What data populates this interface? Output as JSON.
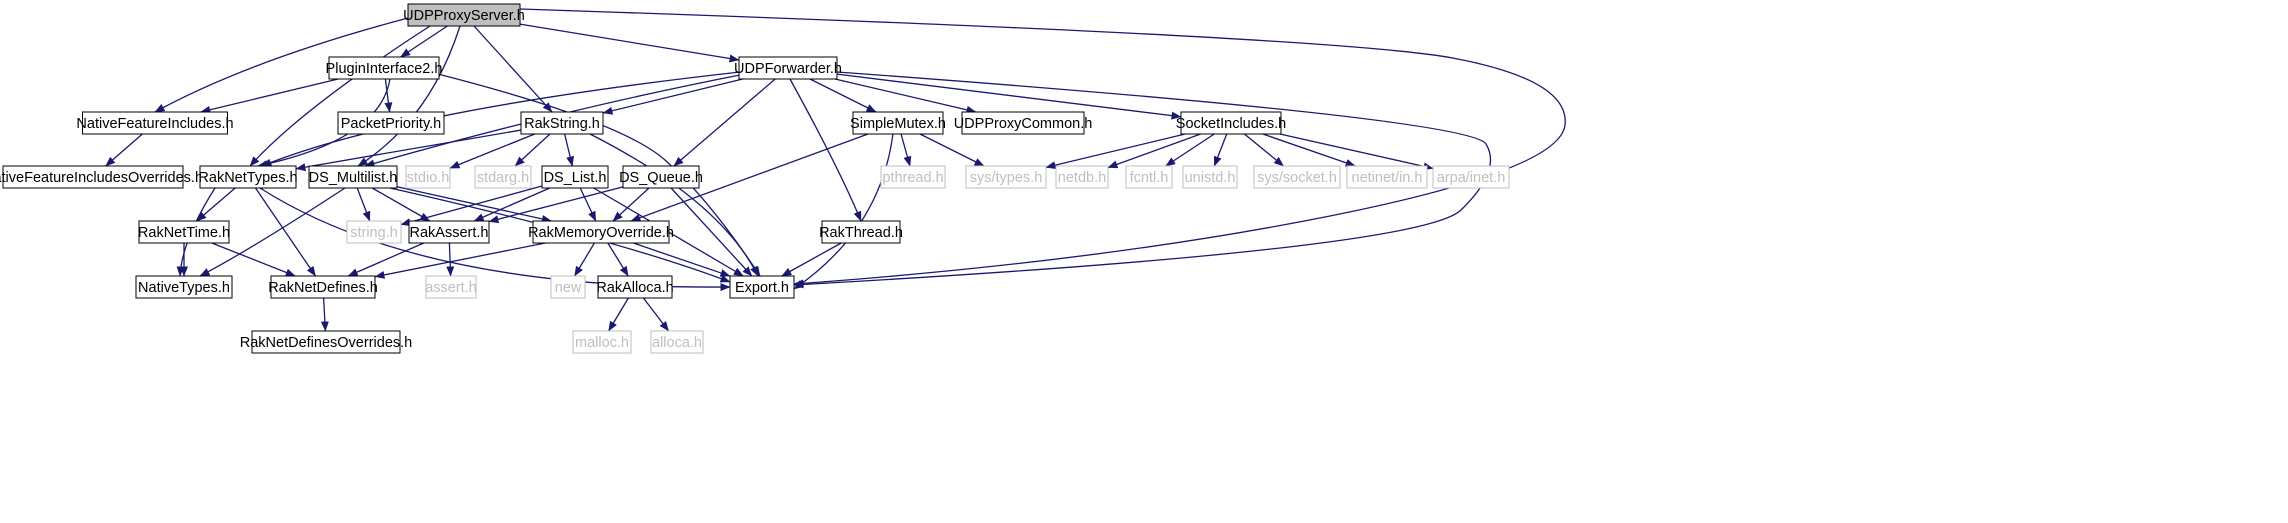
{
  "graph": {
    "colors": {
      "edge": "#191970",
      "root_fill": "#bfbfbf",
      "node_border": "#000000",
      "external_border": "#bfbfbf",
      "text": "#000000",
      "external_text": "#bfbfbf"
    },
    "nodes": [
      {
        "id": "UDPProxyServer",
        "label": "UDPProxyServer.h",
        "kind": "root"
      },
      {
        "id": "PluginInterface2",
        "label": "PluginInterface2.h",
        "kind": "doc"
      },
      {
        "id": "UDPForwarder",
        "label": "UDPForwarder.h",
        "kind": "doc"
      },
      {
        "id": "NativeFeatureIncludes",
        "label": "NativeFeatureIncludes.h",
        "kind": "doc"
      },
      {
        "id": "PacketPriority",
        "label": "PacketPriority.h",
        "kind": "doc"
      },
      {
        "id": "RakString",
        "label": "RakString.h",
        "kind": "doc"
      },
      {
        "id": "SimpleMutex",
        "label": "SimpleMutex.h",
        "kind": "doc"
      },
      {
        "id": "UDPProxyCommon",
        "label": "UDPProxyCommon.h",
        "kind": "doc"
      },
      {
        "id": "SocketIncludes",
        "label": "SocketIncludes.h",
        "kind": "doc"
      },
      {
        "id": "NativeFeatureIncludesOverrides",
        "label": "NativeFeatureIncludesOverrides.h",
        "kind": "doc"
      },
      {
        "id": "RakNetTypes",
        "label": "RakNetTypes.h",
        "kind": "doc"
      },
      {
        "id": "DS_Multilist",
        "label": "DS_Multilist.h",
        "kind": "doc"
      },
      {
        "id": "stdio",
        "label": "stdio.h",
        "kind": "external"
      },
      {
        "id": "stdarg",
        "label": "stdarg.h",
        "kind": "external"
      },
      {
        "id": "DS_List",
        "label": "DS_List.h",
        "kind": "doc"
      },
      {
        "id": "DS_Queue",
        "label": "DS_Queue.h",
        "kind": "doc"
      },
      {
        "id": "pthread",
        "label": "pthread.h",
        "kind": "external"
      },
      {
        "id": "systypes",
        "label": "sys/types.h",
        "kind": "external"
      },
      {
        "id": "netdb",
        "label": "netdb.h",
        "kind": "external"
      },
      {
        "id": "fcntl",
        "label": "fcntl.h",
        "kind": "external"
      },
      {
        "id": "unistd",
        "label": "unistd.h",
        "kind": "external"
      },
      {
        "id": "syssocket",
        "label": "sys/socket.h",
        "kind": "external"
      },
      {
        "id": "netinetin",
        "label": "netinet/in.h",
        "kind": "external"
      },
      {
        "id": "arpainet",
        "label": "arpa/inet.h",
        "kind": "external"
      },
      {
        "id": "RakNetTime",
        "label": "RakNetTime.h",
        "kind": "doc"
      },
      {
        "id": "string",
        "label": "string.h",
        "kind": "external"
      },
      {
        "id": "RakAssert",
        "label": "RakAssert.h",
        "kind": "doc"
      },
      {
        "id": "RakMemoryOverride",
        "label": "RakMemoryOverride.h",
        "kind": "doc"
      },
      {
        "id": "RakThread",
        "label": "RakThread.h",
        "kind": "doc"
      },
      {
        "id": "NativeTypes",
        "label": "NativeTypes.h",
        "kind": "doc"
      },
      {
        "id": "RakNetDefines",
        "label": "RakNetDefines.h",
        "kind": "doc"
      },
      {
        "id": "assert",
        "label": "assert.h",
        "kind": "external"
      },
      {
        "id": "new",
        "label": "new",
        "kind": "external"
      },
      {
        "id": "RakAlloca",
        "label": "RakAlloca.h",
        "kind": "doc"
      },
      {
        "id": "Export",
        "label": "Export.h",
        "kind": "doc"
      },
      {
        "id": "RakNetDefinesOverrides",
        "label": "RakNetDefinesOverrides.h",
        "kind": "doc"
      },
      {
        "id": "malloc",
        "label": "malloc.h",
        "kind": "external"
      },
      {
        "id": "alloca",
        "label": "alloca.h",
        "kind": "external"
      }
    ],
    "edges": [
      {
        "from": "UDPProxyServer",
        "to": "PluginInterface2"
      },
      {
        "from": "UDPProxyServer",
        "to": "UDPForwarder"
      },
      {
        "from": "UDPProxyServer",
        "to": "NativeFeatureIncludes"
      },
      {
        "from": "UDPProxyServer",
        "to": "RakNetTypes"
      },
      {
        "from": "UDPProxyServer",
        "to": "DS_Multilist"
      },
      {
        "from": "UDPProxyServer",
        "to": "RakString"
      },
      {
        "from": "UDPProxyServer",
        "to": "Export"
      },
      {
        "from": "PluginInterface2",
        "to": "NativeFeatureIncludes"
      },
      {
        "from": "PluginInterface2",
        "to": "PacketPriority"
      },
      {
        "from": "PluginInterface2",
        "to": "RakNetTypes"
      },
      {
        "from": "PluginInterface2",
        "to": "Export"
      },
      {
        "from": "UDPForwarder",
        "to": "RakNetTypes"
      },
      {
        "from": "UDPForwarder",
        "to": "RakString"
      },
      {
        "from": "UDPForwarder",
        "to": "DS_Multilist"
      },
      {
        "from": "UDPForwarder",
        "to": "DS_Queue"
      },
      {
        "from": "UDPForwarder",
        "to": "SimpleMutex"
      },
      {
        "from": "UDPForwarder",
        "to": "UDPProxyCommon"
      },
      {
        "from": "UDPForwarder",
        "to": "SocketIncludes"
      },
      {
        "from": "UDPForwarder",
        "to": "RakThread"
      },
      {
        "from": "UDPForwarder",
        "to": "Export"
      },
      {
        "from": "NativeFeatureIncludes",
        "to": "NativeFeatureIncludesOverrides"
      },
      {
        "from": "RakString",
        "to": "RakNetTypes"
      },
      {
        "from": "RakString",
        "to": "stdio"
      },
      {
        "from": "RakString",
        "to": "stdarg"
      },
      {
        "from": "RakString",
        "to": "DS_List"
      },
      {
        "from": "RakString",
        "to": "Export"
      },
      {
        "from": "SimpleMutex",
        "to": "pthread"
      },
      {
        "from": "SimpleMutex",
        "to": "systypes"
      },
      {
        "from": "SimpleMutex",
        "to": "RakMemoryOverride"
      },
      {
        "from": "SimpleMutex",
        "to": "Export"
      },
      {
        "from": "SocketIncludes",
        "to": "systypes"
      },
      {
        "from": "SocketIncludes",
        "to": "netdb"
      },
      {
        "from": "SocketIncludes",
        "to": "fcntl"
      },
      {
        "from": "SocketIncludes",
        "to": "unistd"
      },
      {
        "from": "SocketIncludes",
        "to": "syssocket"
      },
      {
        "from": "SocketIncludes",
        "to": "netinetin"
      },
      {
        "from": "SocketIncludes",
        "to": "arpainet"
      },
      {
        "from": "RakNetTypes",
        "to": "RakNetTime"
      },
      {
        "from": "RakNetTypes",
        "to": "NativeTypes"
      },
      {
        "from": "RakNetTypes",
        "to": "RakNetDefines"
      },
      {
        "from": "RakNetTypes",
        "to": "Export"
      },
      {
        "from": "DS_Multilist",
        "to": "string"
      },
      {
        "from": "DS_Multilist",
        "to": "RakAssert"
      },
      {
        "from": "DS_Multilist",
        "to": "RakMemoryOverride"
      },
      {
        "from": "DS_Multilist",
        "to": "NativeTypes"
      },
      {
        "from": "DS_Multilist",
        "to": "Export"
      },
      {
        "from": "DS_List",
        "to": "string"
      },
      {
        "from": "DS_List",
        "to": "RakAssert"
      },
      {
        "from": "DS_List",
        "to": "RakMemoryOverride"
      },
      {
        "from": "DS_List",
        "to": "Export"
      },
      {
        "from": "DS_Queue",
        "to": "RakAssert"
      },
      {
        "from": "DS_Queue",
        "to": "RakMemoryOverride"
      },
      {
        "from": "DS_Queue",
        "to": "Export"
      },
      {
        "from": "RakNetTime",
        "to": "NativeTypes"
      },
      {
        "from": "RakNetTime",
        "to": "RakNetDefines"
      },
      {
        "from": "RakAssert",
        "to": "assert"
      },
      {
        "from": "RakAssert",
        "to": "RakNetDefines"
      },
      {
        "from": "RakMemoryOverride",
        "to": "new"
      },
      {
        "from": "RakMemoryOverride",
        "to": "RakAlloca"
      },
      {
        "from": "RakMemoryOverride",
        "to": "RakNetDefines"
      },
      {
        "from": "RakMemoryOverride",
        "to": "Export"
      },
      {
        "from": "RakThread",
        "to": "Export"
      },
      {
        "from": "RakNetDefines",
        "to": "RakNetDefinesOverrides"
      },
      {
        "from": "RakAlloca",
        "to": "malloc"
      },
      {
        "from": "RakAlloca",
        "to": "alloca"
      }
    ]
  }
}
